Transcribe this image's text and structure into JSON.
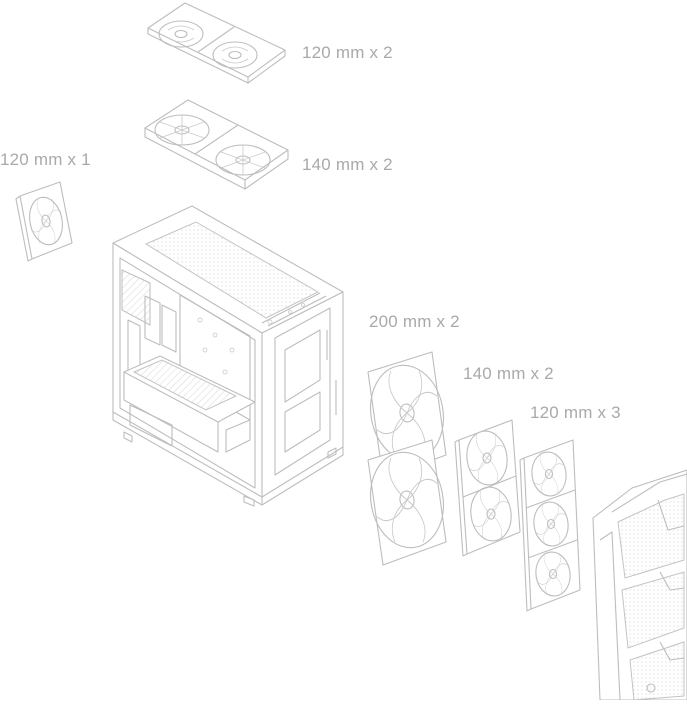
{
  "labels": {
    "top_fans_a": "120 mm x 2",
    "top_fans_b": "140 mm x 2",
    "rear_fan": "120 mm x 1",
    "front_fans_a": "200 mm x 2",
    "front_fans_b": "140 mm x 2",
    "front_fans_c": "120 mm x 3"
  },
  "colors": {
    "line": "#bdbdbd",
    "text": "#a9a9a9",
    "background": "#ffffff"
  }
}
